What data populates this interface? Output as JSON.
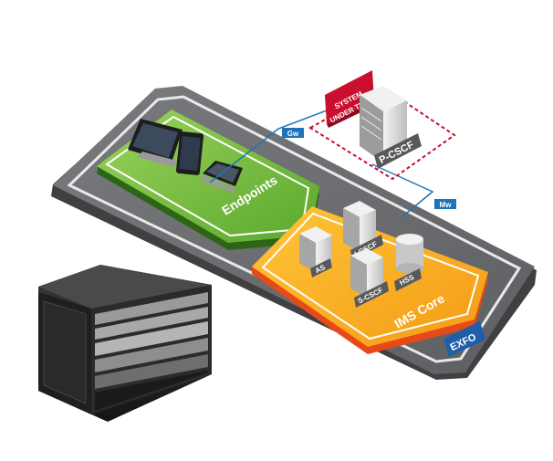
{
  "diagram": {
    "endpoints_label": "Endpoints",
    "ims_core_label": "IMS Core",
    "sut_label_line1": "SYSTEM",
    "sut_label_line2": "UNDER TEST",
    "pcscf_label": "P-CSCF",
    "gw_label": "Gw",
    "mw_label": "Mw",
    "as_label": "AS",
    "icscf_label": "I-CSCF",
    "scscf_label": "S-CSCF",
    "hss_label": "HSS",
    "brand_label": "EXFO"
  },
  "colors": {
    "platform": "#6d6e71",
    "platform_edge": "#4a4b4d",
    "endpoints_green": "#7dc242",
    "endpoints_green_dark": "#3f7d1f",
    "ims_orange": "#f7a81b",
    "ims_orange_dark": "#e8491d",
    "sut_red": "#c8102e",
    "exfo_blue": "#1f5ea8",
    "link_blue": "#1f73b7"
  }
}
